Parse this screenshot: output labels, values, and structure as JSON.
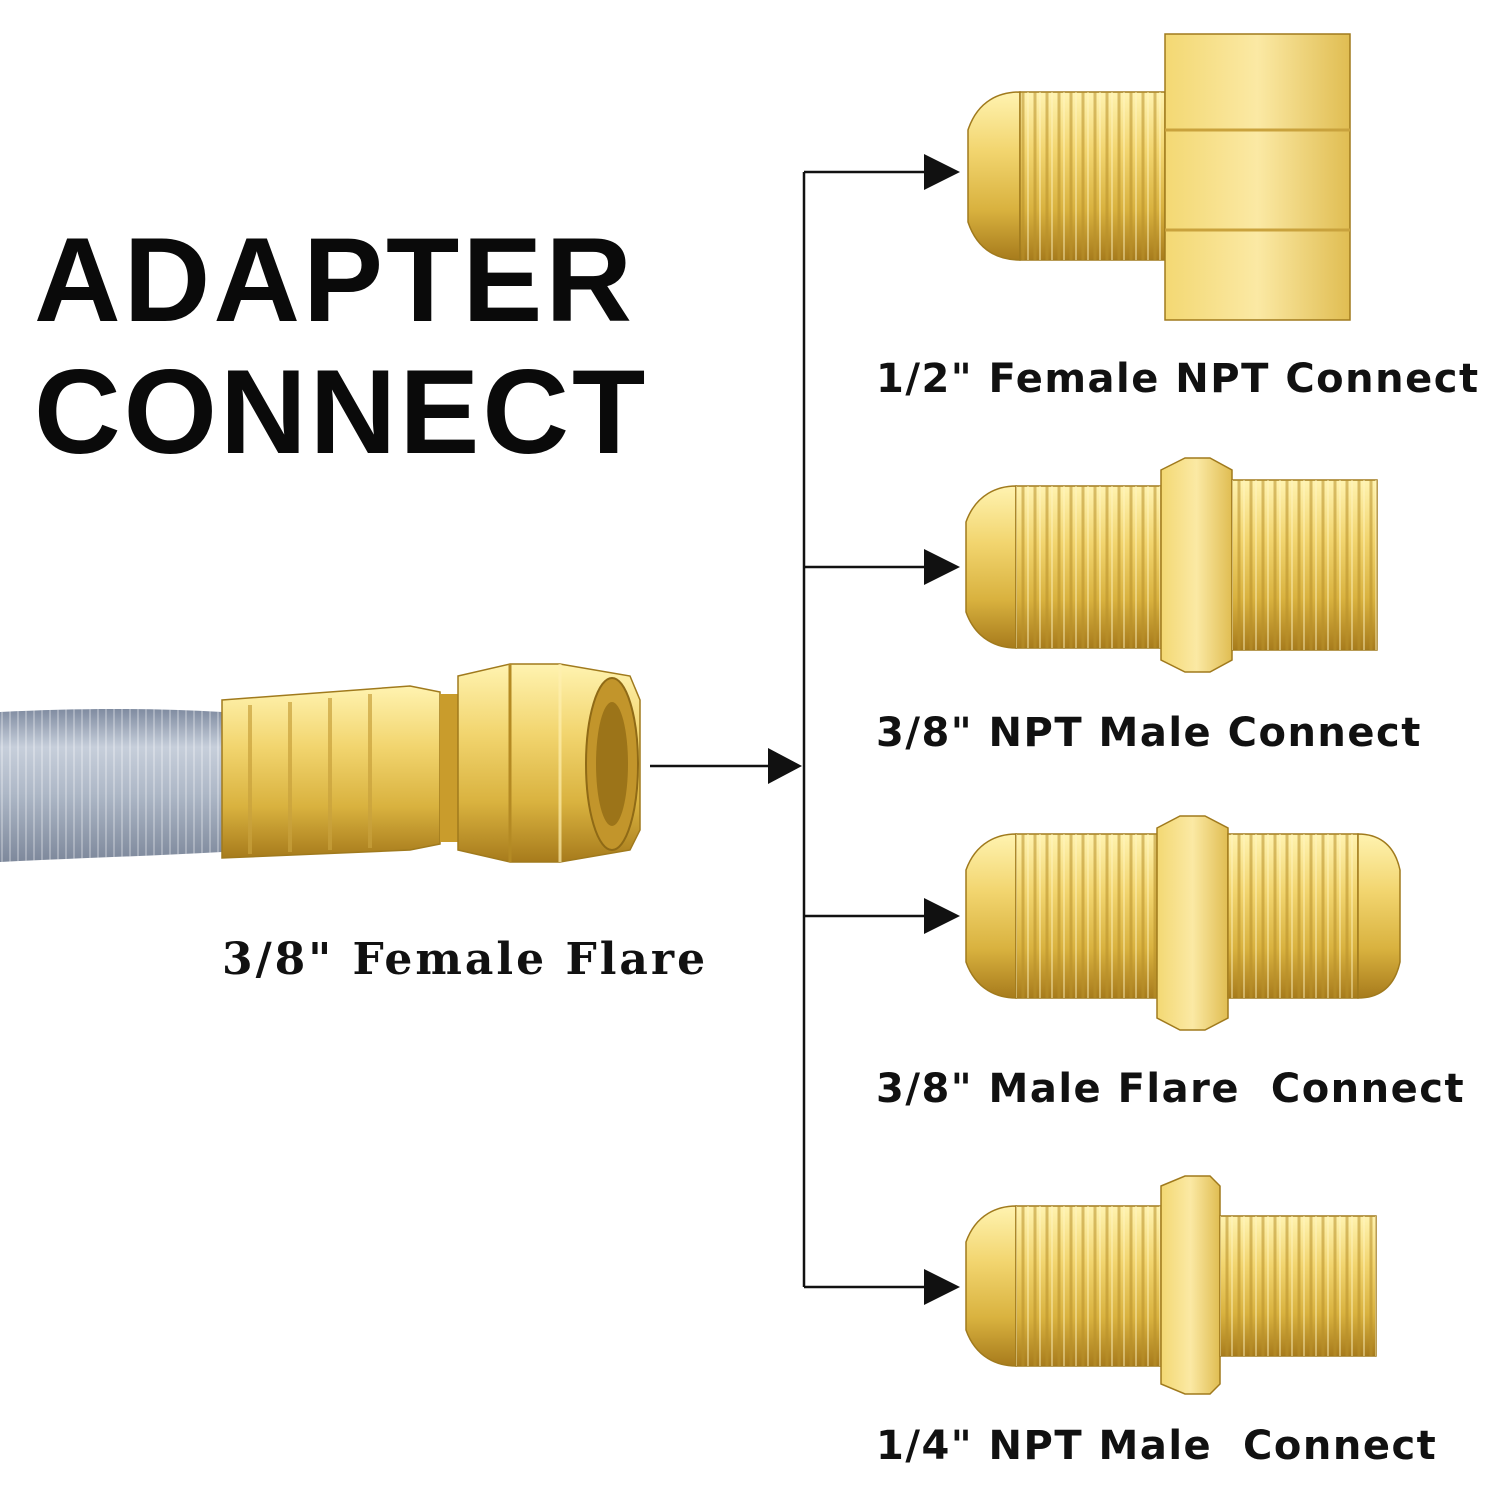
{
  "title": {
    "line1": "ADAPTER",
    "line2": "CONNECT"
  },
  "source": {
    "label": "3/8\" Female Flare"
  },
  "outputs": [
    {
      "label": "1/2\" Female NPT Connect"
    },
    {
      "label": "3/8\" NPT Male Connect"
    },
    {
      "label": "3/8\" Male Flare  Connect"
    },
    {
      "label": "1/4\" NPT Male  Connect"
    }
  ],
  "colors": {
    "brass_light": "#f7e48c",
    "brass_mid": "#e7c65a",
    "brass_dark": "#b88a22",
    "hose": "#aab4c3",
    "hose_light": "#dfe4ec",
    "line": "#111111"
  }
}
